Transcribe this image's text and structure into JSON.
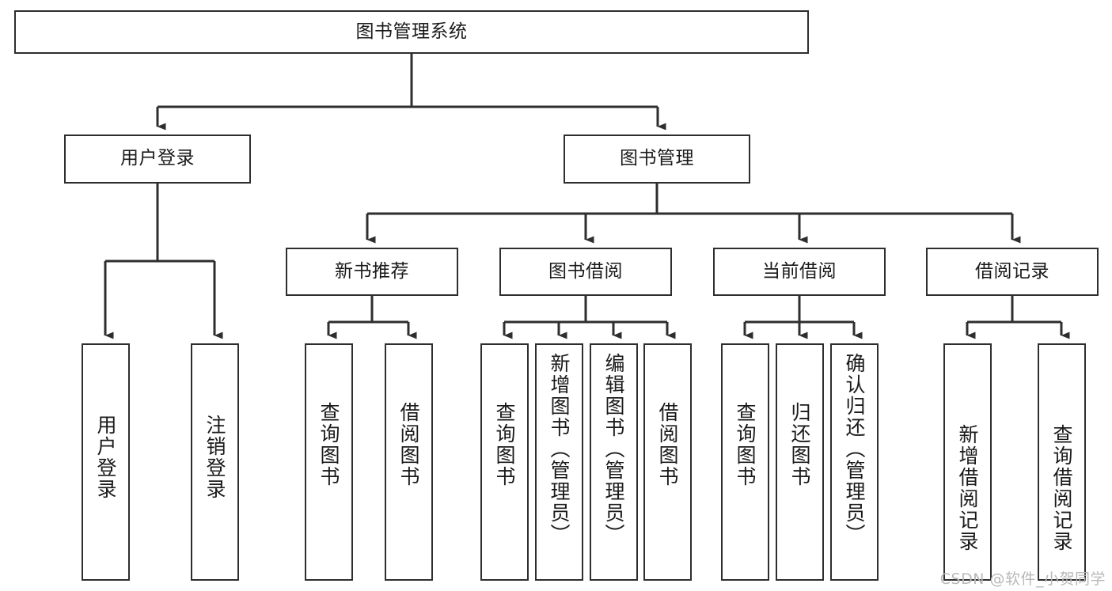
{
  "diagram": {
    "title": "图书管理系统",
    "type": "tree-hierarchy",
    "watermark": "CSDN @软件_小贺同学",
    "root": {
      "id": "root",
      "label": "图书管理系统"
    },
    "level2": [
      {
        "id": "user-login",
        "label": "用户登录"
      },
      {
        "id": "book-manage",
        "label": "图书管理"
      }
    ],
    "level3": [
      {
        "id": "new-book-rec",
        "label": "新书推荐",
        "parent": "book-manage"
      },
      {
        "id": "book-borrow",
        "label": "图书借阅",
        "parent": "book-manage"
      },
      {
        "id": "current-borrow",
        "label": "当前借阅",
        "parent": "book-manage"
      },
      {
        "id": "borrow-record",
        "label": "借阅记录",
        "parent": "book-manage"
      }
    ],
    "leaves": [
      {
        "id": "leaf-user-login",
        "label": "用户登录",
        "parent": "user-login"
      },
      {
        "id": "leaf-logout",
        "label": "注销登录",
        "parent": "user-login"
      },
      {
        "id": "leaf-query-book-1",
        "label": "查询图书",
        "parent": "new-book-rec"
      },
      {
        "id": "leaf-borrow-book-1",
        "label": "借阅图书",
        "parent": "new-book-rec"
      },
      {
        "id": "leaf-query-book-2",
        "label": "查询图书",
        "parent": "book-borrow"
      },
      {
        "id": "leaf-add-book",
        "label": "新增图书（管理员）",
        "parent": "book-borrow"
      },
      {
        "id": "leaf-edit-book",
        "label": "编辑图书（管理员）",
        "parent": "book-borrow"
      },
      {
        "id": "leaf-borrow-book-2",
        "label": "借阅图书",
        "parent": "book-borrow"
      },
      {
        "id": "leaf-query-book-3",
        "label": "查询图书",
        "parent": "current-borrow"
      },
      {
        "id": "leaf-return-book",
        "label": "归还图书",
        "parent": "current-borrow"
      },
      {
        "id": "leaf-confirm-return",
        "label": "确认归还（管理员）",
        "parent": "current-borrow"
      },
      {
        "id": "leaf-add-record",
        "label": "新增借阅记录",
        "parent": "borrow-record"
      },
      {
        "id": "leaf-query-record",
        "label": "查询借阅记录",
        "parent": "borrow-record"
      }
    ],
    "colors": {
      "stroke": "#2e2e2e",
      "fill": "#ffffff",
      "text": "#1a1a1a",
      "watermark": "#b8b8b8"
    }
  }
}
